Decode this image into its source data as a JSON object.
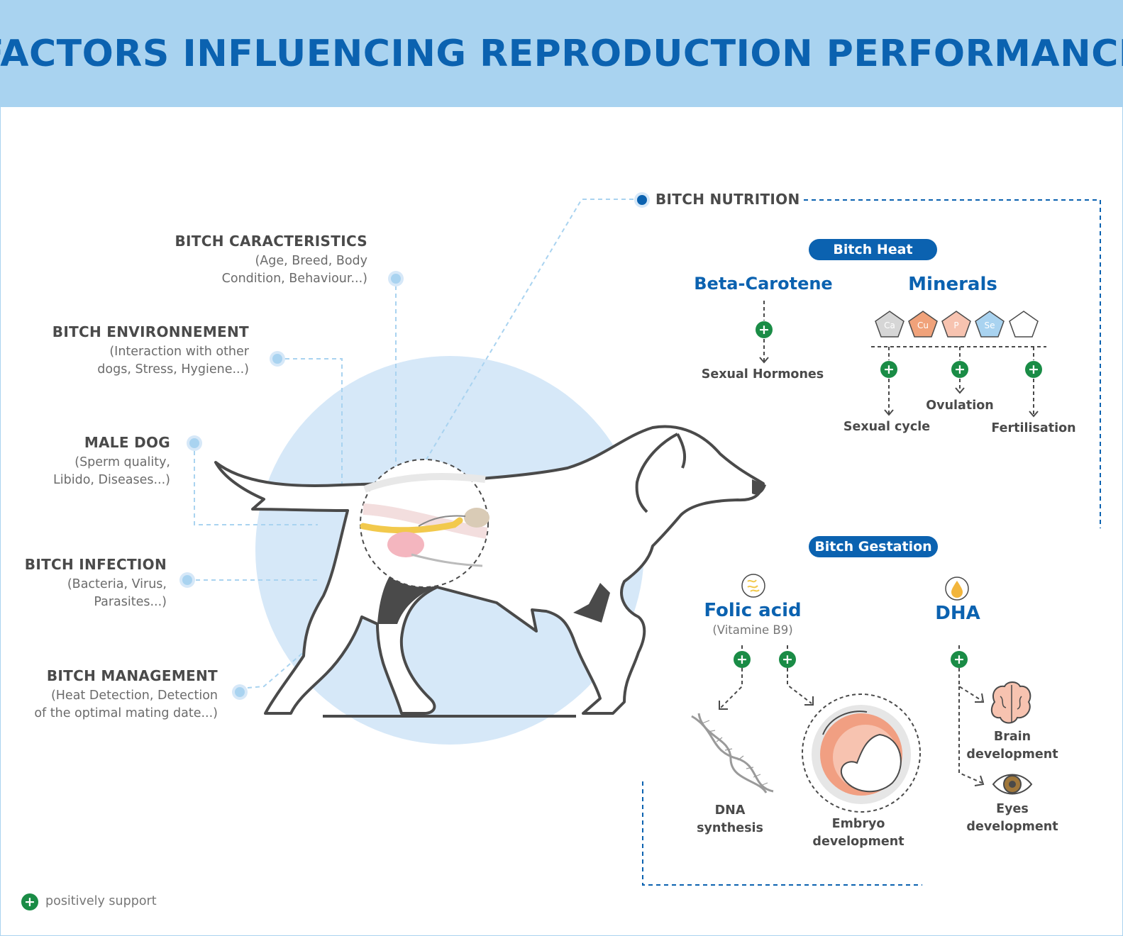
{
  "header": {
    "title": "FACTORS INFLUENCING REPRODUCTION PERFORMANCE"
  },
  "colors": {
    "brand_blue": "#0b62b0",
    "light_blue": "#a9d3f0",
    "circle_blue": "#d6e8f8",
    "green": "#1a8c46",
    "gray": "#4a4a4a"
  },
  "factors": [
    {
      "title": "BITCH CARACTERISTICS",
      "desc": [
        "(Age, Breed, Body",
        "Condition, Behaviour...)"
      ]
    },
    {
      "title": "BITCH ENVIRONNEMENT",
      "desc": [
        "(Interaction with other",
        "dogs, Stress, Hygiene...)"
      ]
    },
    {
      "title": "MALE DOG",
      "desc": [
        "(Sperm quality,",
        "Libido, Diseases...)"
      ]
    },
    {
      "title": "BITCH INFECTION",
      "desc": [
        "(Bacteria, Virus,",
        "Parasites...)"
      ]
    },
    {
      "title": "BITCH MANAGEMENT",
      "desc": [
        "(Heat Detection, Detection",
        "of the optimal mating date...)"
      ]
    }
  ],
  "nutrition": {
    "title": "BITCH NUTRITION",
    "heat": {
      "label": "Bitch Heat",
      "beta_carotene": {
        "title": "Beta-Carotene",
        "effect": "Sexual Hormones"
      },
      "minerals": {
        "title": "Minerals",
        "items": [
          {
            "symbol": "Ca",
            "color": "#d6d6d6"
          },
          {
            "symbol": "Cu",
            "color": "#f0a27a"
          },
          {
            "symbol": "P",
            "color": "#f7c3b0"
          },
          {
            "symbol": "Se",
            "color": "#a9d3f0"
          },
          {
            "symbol": "",
            "color": "#ffffff"
          }
        ],
        "effects": [
          "Sexual cycle",
          "Ovulation",
          "Fertilisation"
        ]
      }
    },
    "gestation": {
      "label": "Bitch Gestation",
      "folic_acid": {
        "title": "Folic acid",
        "subtitle": "(Vitamine B9)",
        "effects": [
          [
            "DNA",
            "synthesis"
          ],
          [
            "Embryo",
            "development"
          ]
        ]
      },
      "dha": {
        "title": "DHA",
        "effects": [
          [
            "Brain",
            "development"
          ],
          [
            "Eyes",
            "development"
          ]
        ]
      }
    }
  },
  "legend": {
    "label": "positively support"
  }
}
